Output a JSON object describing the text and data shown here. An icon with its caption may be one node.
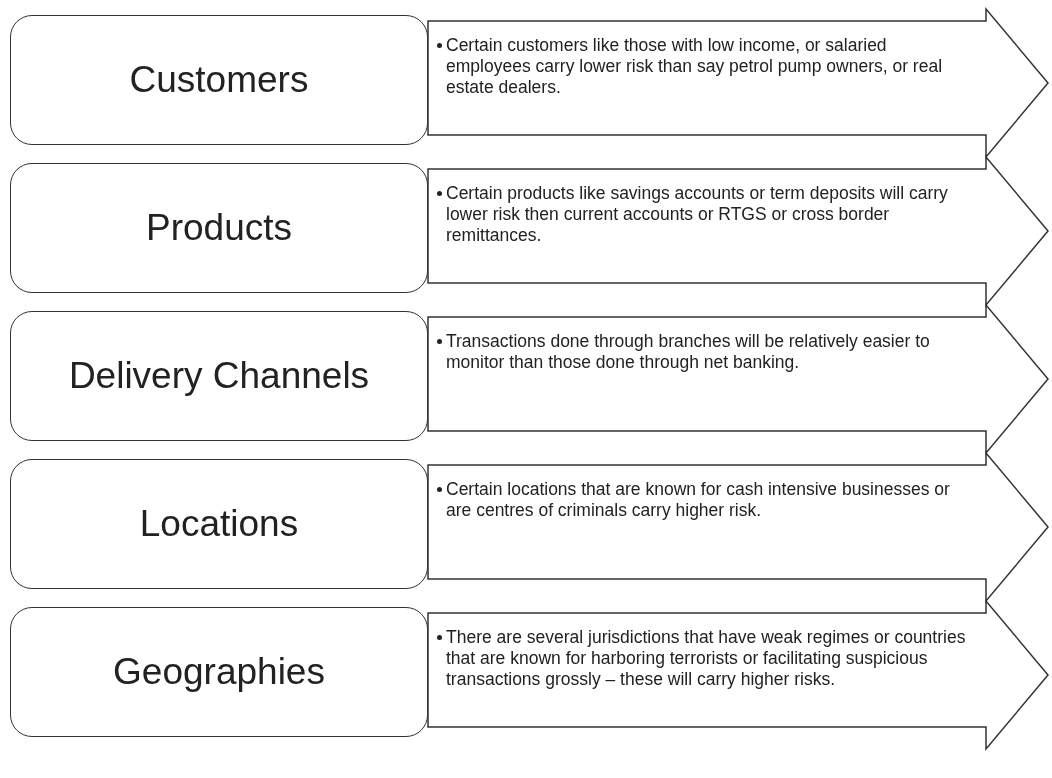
{
  "diagram": {
    "nodes": [
      {
        "text": [
          "Customers"
        ]
      },
      {
        "text": [
          "Certain customers like those with low income, or salaried employees carry lower risk than say petrol pump owners, or real estate dealers."
        ]
      },
      {
        "text": [
          "Products"
        ]
      },
      {
        "text": [
          "Certain products like savings accounts or term deposits will carry lower risk then current accounts or RTGS or cross border remittances."
        ]
      },
      {
        "text": [
          "Delivery Channels"
        ]
      },
      {
        "text": [
          "Transactions done through branches will be relatively easier to monitor than those done through net banking."
        ]
      },
      {
        "text": [
          "Locations"
        ]
      },
      {
        "text": [
          "Certain locations that are known for cash intensive businesses or are centres of criminals carry higher risk."
        ]
      },
      {
        "text": [
          "Geographies"
        ]
      },
      {
        "text": [
          "There are several jurisdictions that have weak regimes or countries that are known for harboring terrorists or facilitating suspicious transactions grossly – these will carry higher risks."
        ]
      }
    ]
  }
}
